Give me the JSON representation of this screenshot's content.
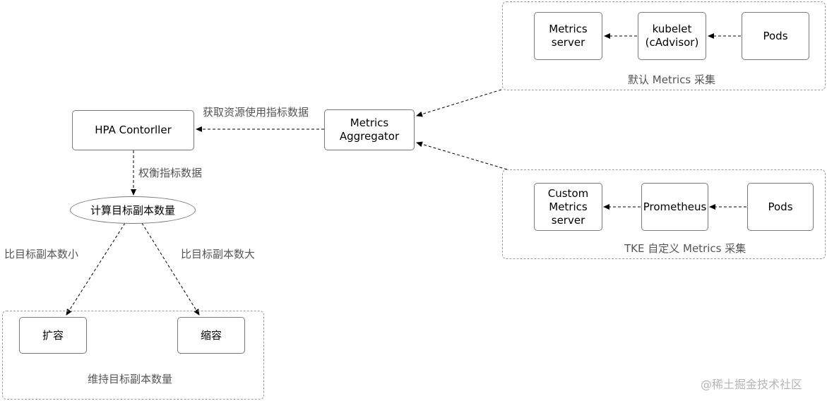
{
  "nodes": {
    "hpa": "HPA Contorller",
    "aggregator": "Metrics\nAggregator",
    "compute": "计算目标副本数量",
    "scale_out": "扩容",
    "scale_in": "缩容",
    "metrics_server": "Metrics\nserver",
    "kubelet": "kubelet\n(cAdvisor)",
    "pods_default": "Pods",
    "custom_metrics_server": "Custom\nMetrics\nserver",
    "prometheus": "Prometheus",
    "pods_custom": "Pods"
  },
  "edge_labels": {
    "get_metrics": "获取资源使用指标数据",
    "weigh_metrics": "权衡指标数据",
    "less_than": "比目标副本数小",
    "greater_than": "比目标副本数大"
  },
  "groups": {
    "default_collection": "默认 Metrics 采集",
    "tke_collection": "TKE 自定义 Metrics 采集",
    "maintain": "维持目标副本数量"
  },
  "watermark": "@稀土掘金技术社区",
  "colors": {
    "stroke": "#000000",
    "border": "#7a7a7a",
    "group_border": "#9a9a9a",
    "label_text": "#555555"
  }
}
